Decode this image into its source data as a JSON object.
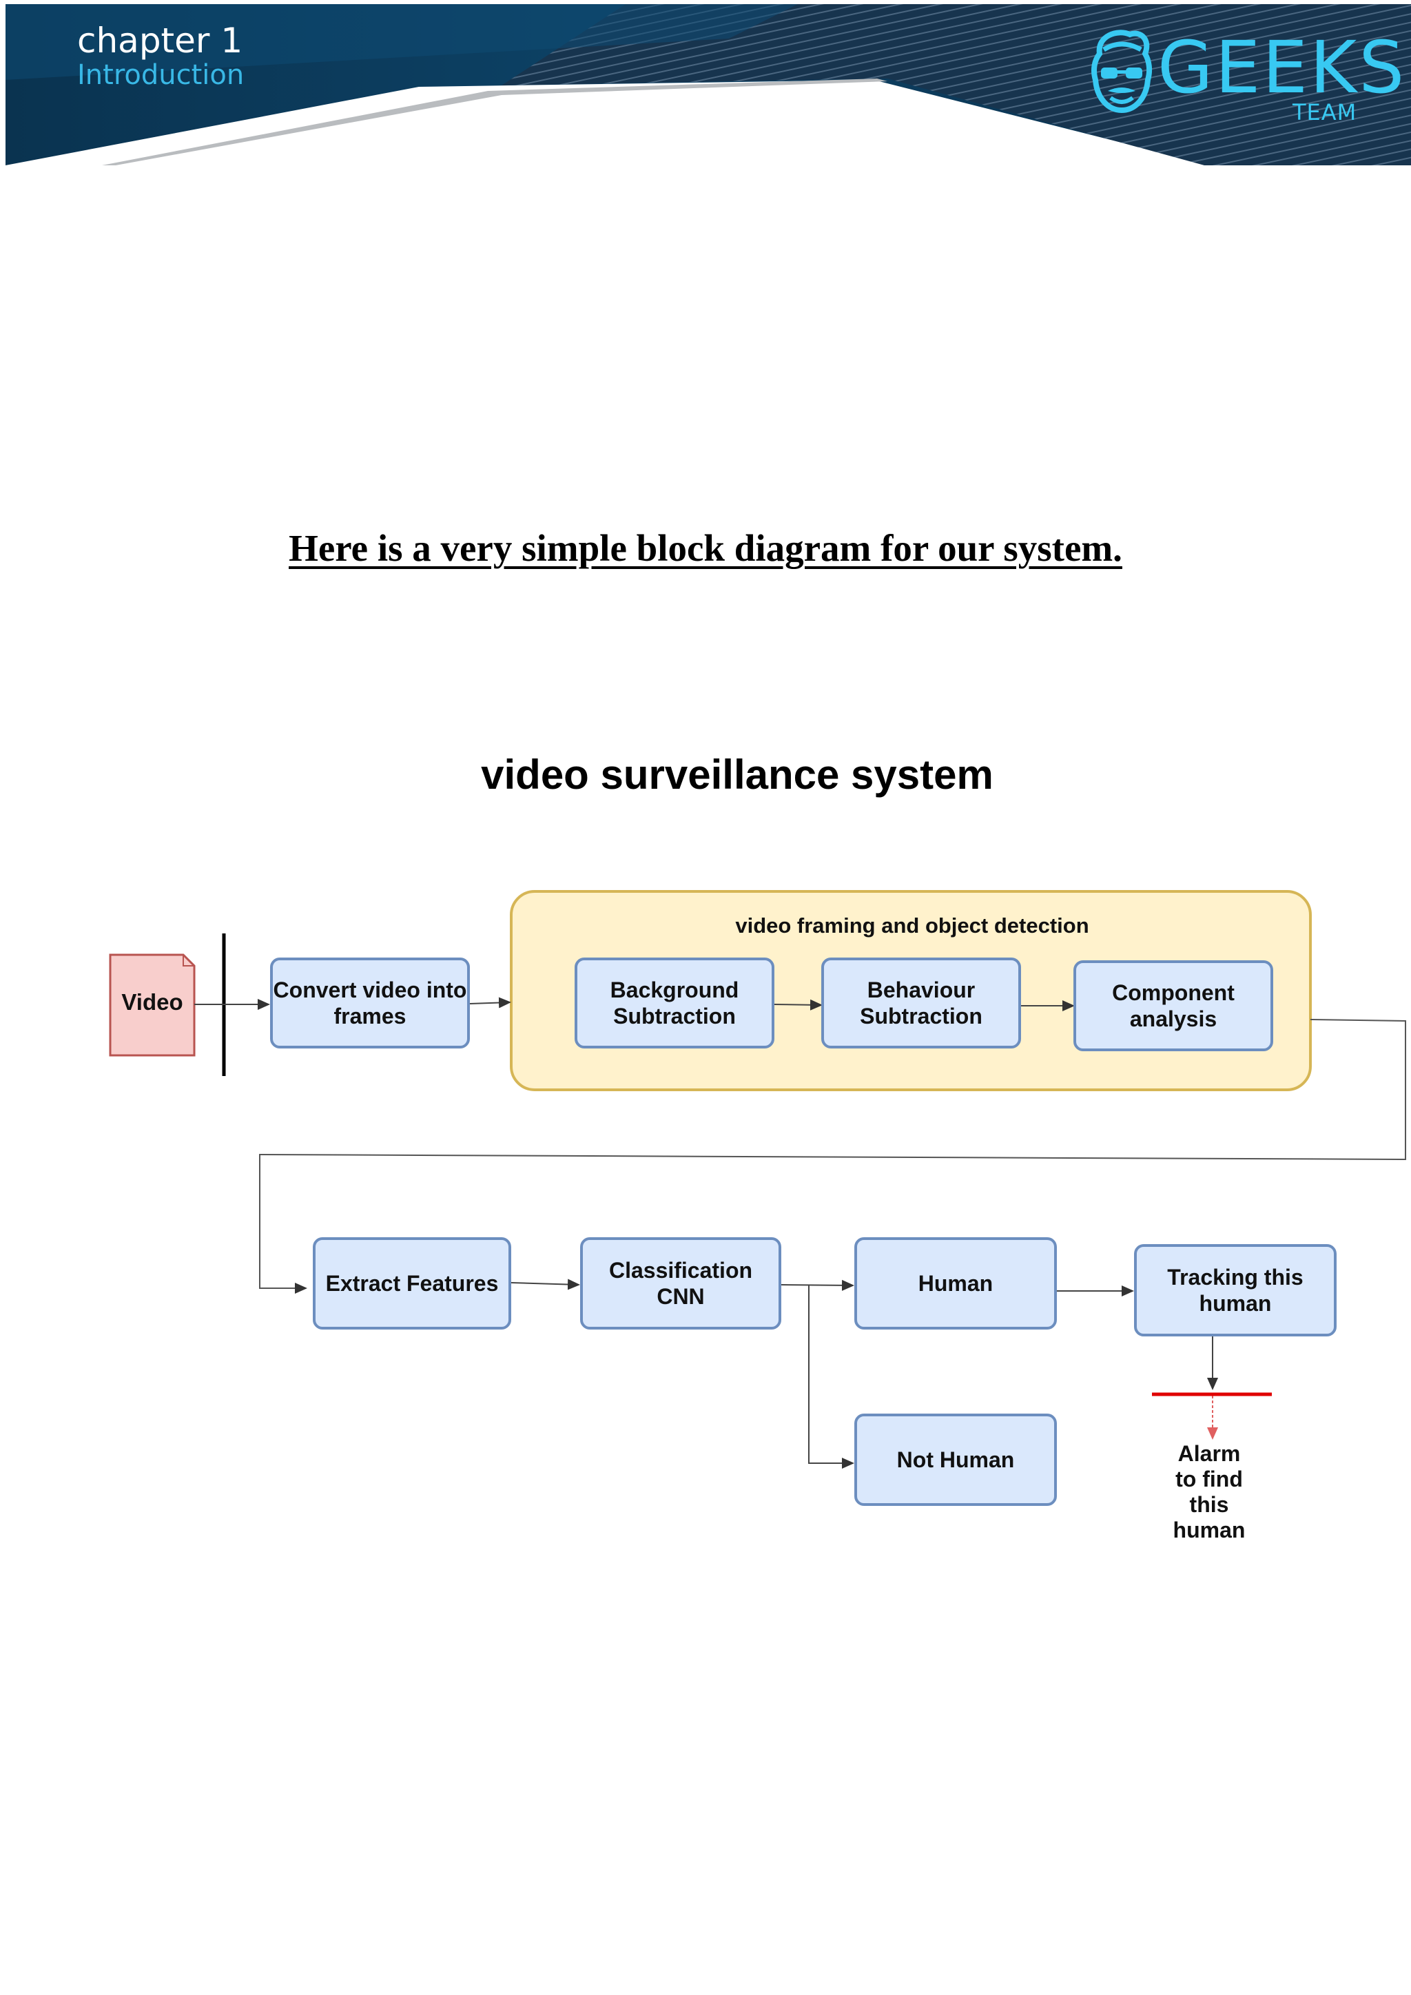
{
  "header": {
    "chapter": "chapter 1",
    "section": "Introduction",
    "logo_word": "GEEKS",
    "logo_team": "TEAM",
    "logo_icon": "geek-face-icon"
  },
  "intro_text": "Here is a very simple block diagram for our system.",
  "diagram": {
    "title": "video surveillance system",
    "source_label": "Video",
    "group_label": "video framing and object detection",
    "nodes": {
      "convert": "Convert video into\nframes",
      "background": "Background\nSubtraction",
      "behaviour": "Behaviour\nSubtraction",
      "component": "Component\nanalysis",
      "extract": "Extract Features",
      "classification": "Classification\nCNN",
      "human": "Human",
      "not_human": "Not Human",
      "tracking": "Tracking this\nhuman"
    },
    "alarm": "Alarm\nto find\nthis\nhuman",
    "colors": {
      "node_fill": "#dae8fc",
      "node_border": "#6c8ebf",
      "group_fill": "#fff2cc",
      "group_border": "#d6b656",
      "doc_fill": "#f8cecc",
      "doc_border": "#b85450",
      "alarm_bar": "#e00000",
      "banner_dark": "#0b3a5c",
      "logo": "#38c9f2"
    }
  }
}
